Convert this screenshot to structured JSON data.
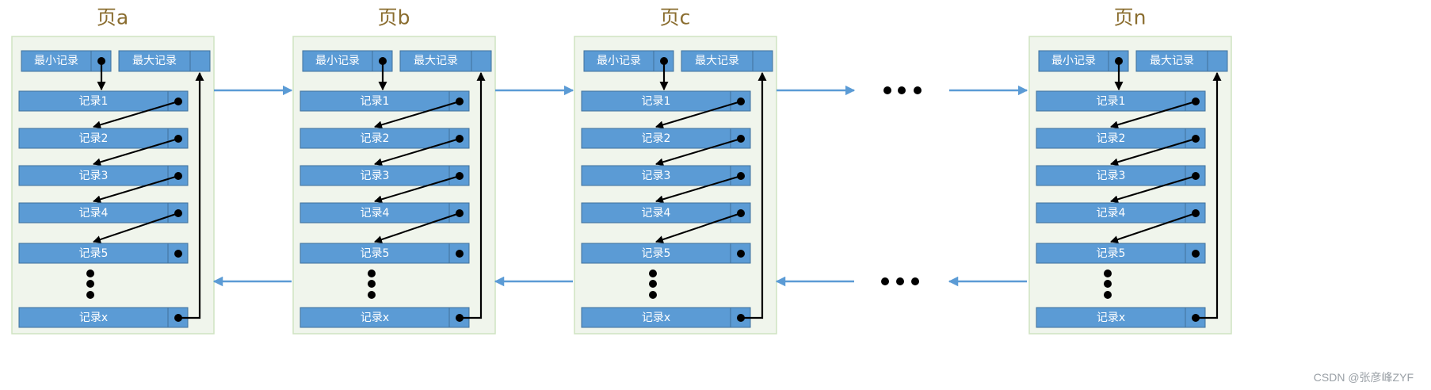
{
  "pages": [
    {
      "title": "页a"
    },
    {
      "title": "页b"
    },
    {
      "title": "页c"
    },
    {
      "title": "页n"
    }
  ],
  "page_header": {
    "min_record_label": "最小记录",
    "max_record_label": "最大记录"
  },
  "records": [
    "记录1",
    "记录2",
    "记录3",
    "记录4",
    "记录5"
  ],
  "last_record": "记录x",
  "gap_ellipsis": "•••",
  "watermark": "CSDN @张彦峰ZYF",
  "colors": {
    "record_fill": "#5b9bd5",
    "record_stroke": "#41719c",
    "page_fill": "#f0f5ec",
    "page_stroke": "#cfe3c2",
    "link_arrow": "#5b9bd5",
    "pointer": "#000000",
    "title": "#8a6d2f"
  }
}
